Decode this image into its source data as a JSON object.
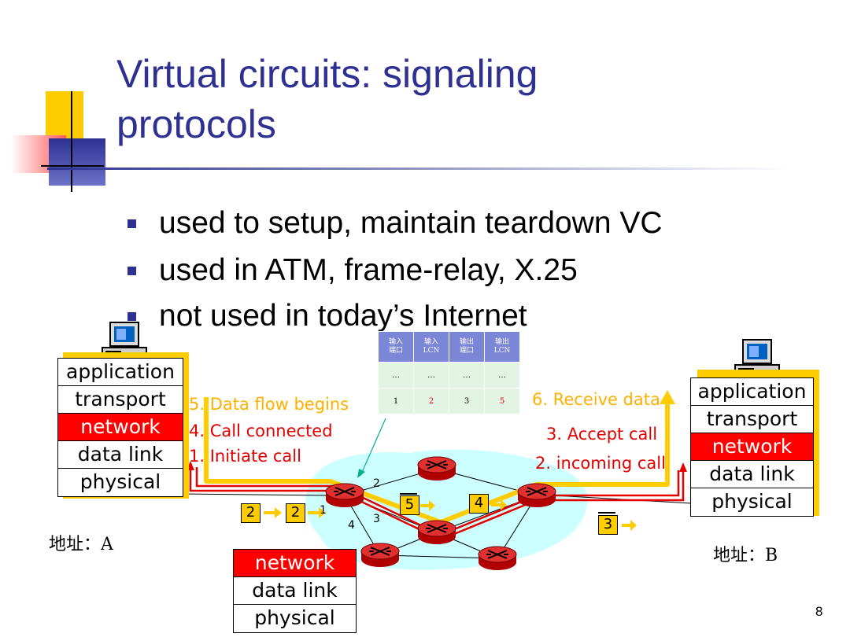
{
  "slide": {
    "title_line1": "Virtual circuits: signaling",
    "title_line2": "protocols",
    "bullets": [
      "used to setup, maintain  teardown VC",
      "used in ATM, frame-relay, X.25",
      "not used in today’s Internet"
    ],
    "page_number": "8"
  },
  "host_a": {
    "layers": [
      "application",
      "transport",
      "network",
      "data link",
      "physical"
    ],
    "address": "地址：A"
  },
  "host_b": {
    "layers": [
      "application",
      "transport",
      "network",
      "data link",
      "physical"
    ],
    "address": "地址：B"
  },
  "router_stack": {
    "layers": [
      "network",
      "data link",
      "physical"
    ]
  },
  "steps": {
    "s1": "1. Initiate call",
    "s2": "2. incoming call",
    "s3": "3. Accept call",
    "s4": "4. Call connected",
    "s5": "5. Data flow begins",
    "s6": "6. Receive data"
  },
  "vc_table": {
    "headers": [
      "输入\n端口",
      "输入\nLCN",
      "输出\n端口",
      "输出\nLCN"
    ],
    "row1": [
      "…",
      "…",
      "…",
      "…"
    ],
    "row2": [
      "1",
      "2",
      "3",
      "5"
    ]
  },
  "packets": {
    "p1": "2",
    "p2": "2",
    "p3": "5",
    "p4": "4",
    "p5": "3"
  },
  "ports": {
    "a": "1",
    "b": "2",
    "c": "3",
    "d": "4"
  },
  "colors": {
    "title": "#2e3192",
    "highlight": "#ff0000",
    "path_yellow": "#ffcc00",
    "cloud": "#ccffff"
  }
}
